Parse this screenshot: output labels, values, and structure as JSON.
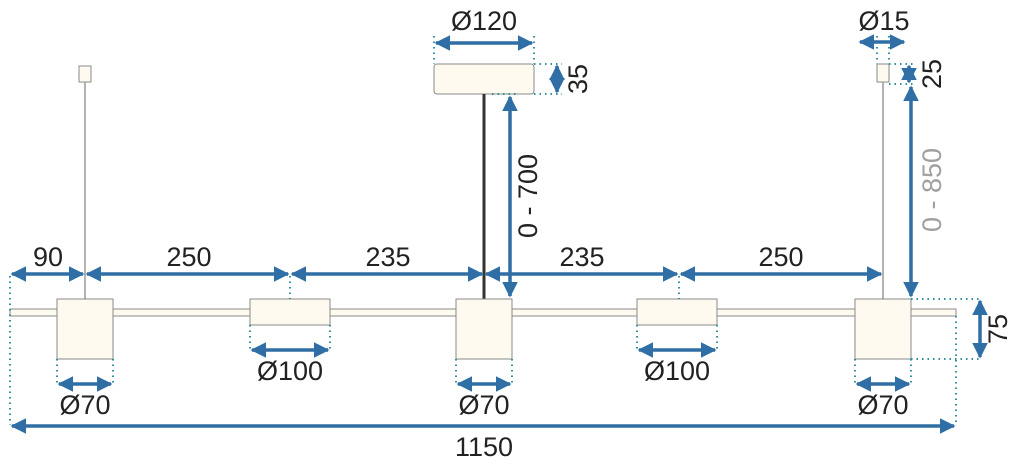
{
  "colors": {
    "arrow": "#2f6fa5",
    "guide": "#2f8f9a",
    "fixture": "#fffaf0",
    "rod": "#333333"
  },
  "dimensions": {
    "canopy_diameter": "Ø120",
    "canopy_height": "35",
    "hook_diameter": "Ø15",
    "hook_height": "25",
    "rod_length": "0 - 700",
    "wire_length": "0 - 850",
    "seg_1": "90",
    "seg_2": "250",
    "seg_3": "235",
    "seg_4": "235",
    "seg_5": "250",
    "lamp_height": "75",
    "small_lamp_1": "Ø70",
    "small_lamp_2": "Ø70",
    "small_lamp_3": "Ø70",
    "flat_lamp_1": "Ø100",
    "flat_lamp_2": "Ø100",
    "total_length": "1150"
  }
}
